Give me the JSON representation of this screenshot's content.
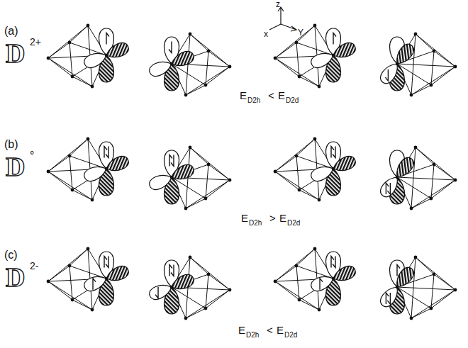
{
  "diagram": {
    "labels": [
      "(a)",
      "D",
      "2+",
      "z",
      "x",
      "Y",
      "E",
      "D2h",
      "<",
      "E",
      "D2d",
      "(b)",
      "D",
      "°",
      "E",
      "D2h",
      ">",
      "E",
      "D2d",
      "(c)",
      "D",
      "2-",
      "E",
      "D2h",
      "<",
      "E",
      "D2d"
    ]
  }
}
